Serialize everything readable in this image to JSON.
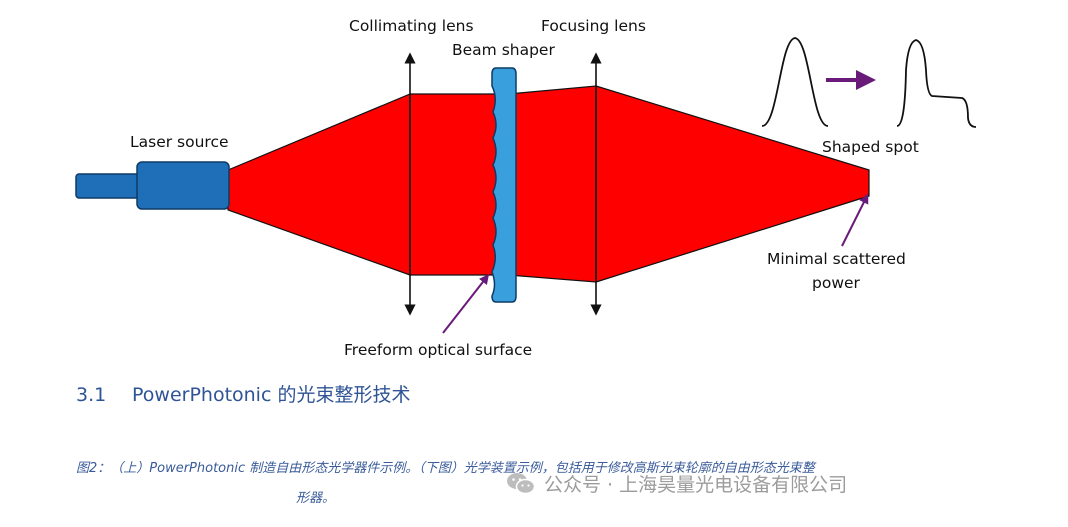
{
  "diagram": {
    "labels": {
      "collimating_lens": "Collimating lens",
      "focusing_lens": "Focusing lens",
      "beam_shaper": "Beam shaper",
      "laser_source": "Laser source",
      "shaped_spot": "Shaped spot",
      "minimal_scattered_1": "Minimal scattered",
      "minimal_scattered_2": "power",
      "freeform_surface": "Freeform optical surface"
    },
    "colors": {
      "beam": "#ff0000",
      "laser": "#1f6fb8",
      "shaper": "#3aa0dd",
      "arrow": "#6a1b7a",
      "lens": "#111111"
    }
  },
  "section": {
    "number": "3.1",
    "title": "PowerPhotonic 的光束整形技术"
  },
  "caption": {
    "line1": "图2：（上）PowerPhotonic 制造自由形态光学器件示例。（下图）光学装置示例，包括用于修改高斯光束轮廓的自由形态光束整",
    "line2": "形器。"
  },
  "watermark": {
    "text": "公众号 · 上海昊量光电设备有限公司",
    "icon": "wechat-icon"
  }
}
